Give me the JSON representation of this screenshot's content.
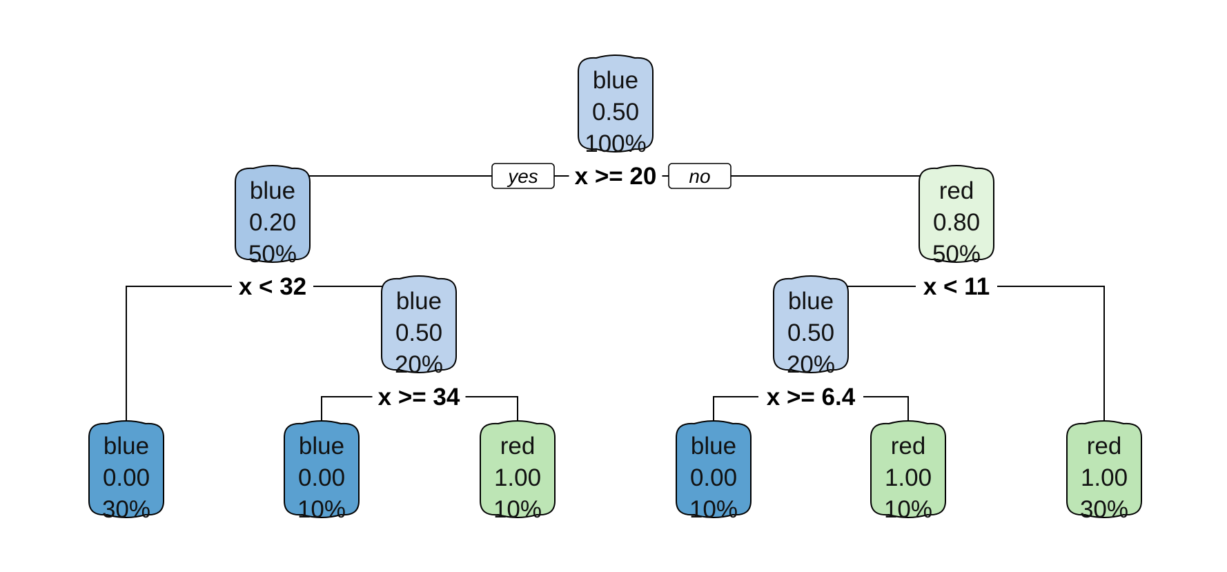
{
  "diagram": {
    "type": "decision-tree",
    "colors": {
      "node_fill_light_blue": "#bcd2ec",
      "node_fill_mid_blue": "#a7c6e7",
      "node_fill_dark_blue": "#5aa0d0",
      "node_fill_pale_green": "#e2f4dd",
      "node_fill_green": "#bde5b5",
      "edge": "#000000"
    },
    "branch_labels": {
      "yes": "yes",
      "no": "no"
    },
    "nodes": [
      {
        "id": "n1",
        "class": "blue",
        "prob": "0.50",
        "pct": "100%",
        "fill": "light_blue"
      },
      {
        "id": "n2",
        "class": "blue",
        "prob": "0.20",
        "pct": "50%",
        "fill": "mid_blue"
      },
      {
        "id": "n3",
        "class": "red",
        "prob": "0.80",
        "pct": "50%",
        "fill": "pale_green"
      },
      {
        "id": "n5",
        "class": "blue",
        "prob": "0.50",
        "pct": "20%",
        "fill": "light_blue"
      },
      {
        "id": "n6",
        "class": "blue",
        "prob": "0.50",
        "pct": "20%",
        "fill": "light_blue"
      },
      {
        "id": "n4",
        "class": "blue",
        "prob": "0.00",
        "pct": "30%",
        "fill": "dark_blue"
      },
      {
        "id": "n10",
        "class": "blue",
        "prob": "0.00",
        "pct": "10%",
        "fill": "dark_blue"
      },
      {
        "id": "n11",
        "class": "red",
        "prob": "1.00",
        "pct": "10%",
        "fill": "green"
      },
      {
        "id": "n12",
        "class": "blue",
        "prob": "0.00",
        "pct": "10%",
        "fill": "dark_blue"
      },
      {
        "id": "n13",
        "class": "red",
        "prob": "1.00",
        "pct": "10%",
        "fill": "green"
      },
      {
        "id": "n7",
        "class": "red",
        "prob": "1.00",
        "pct": "30%",
        "fill": "green"
      }
    ],
    "splits": [
      {
        "id": "s1",
        "label": "x >= 20"
      },
      {
        "id": "s2",
        "label": "x < 32"
      },
      {
        "id": "s3",
        "label": "x < 11"
      },
      {
        "id": "s5",
        "label": "x >= 34"
      },
      {
        "id": "s6",
        "label": "x >= 6.4"
      }
    ]
  }
}
